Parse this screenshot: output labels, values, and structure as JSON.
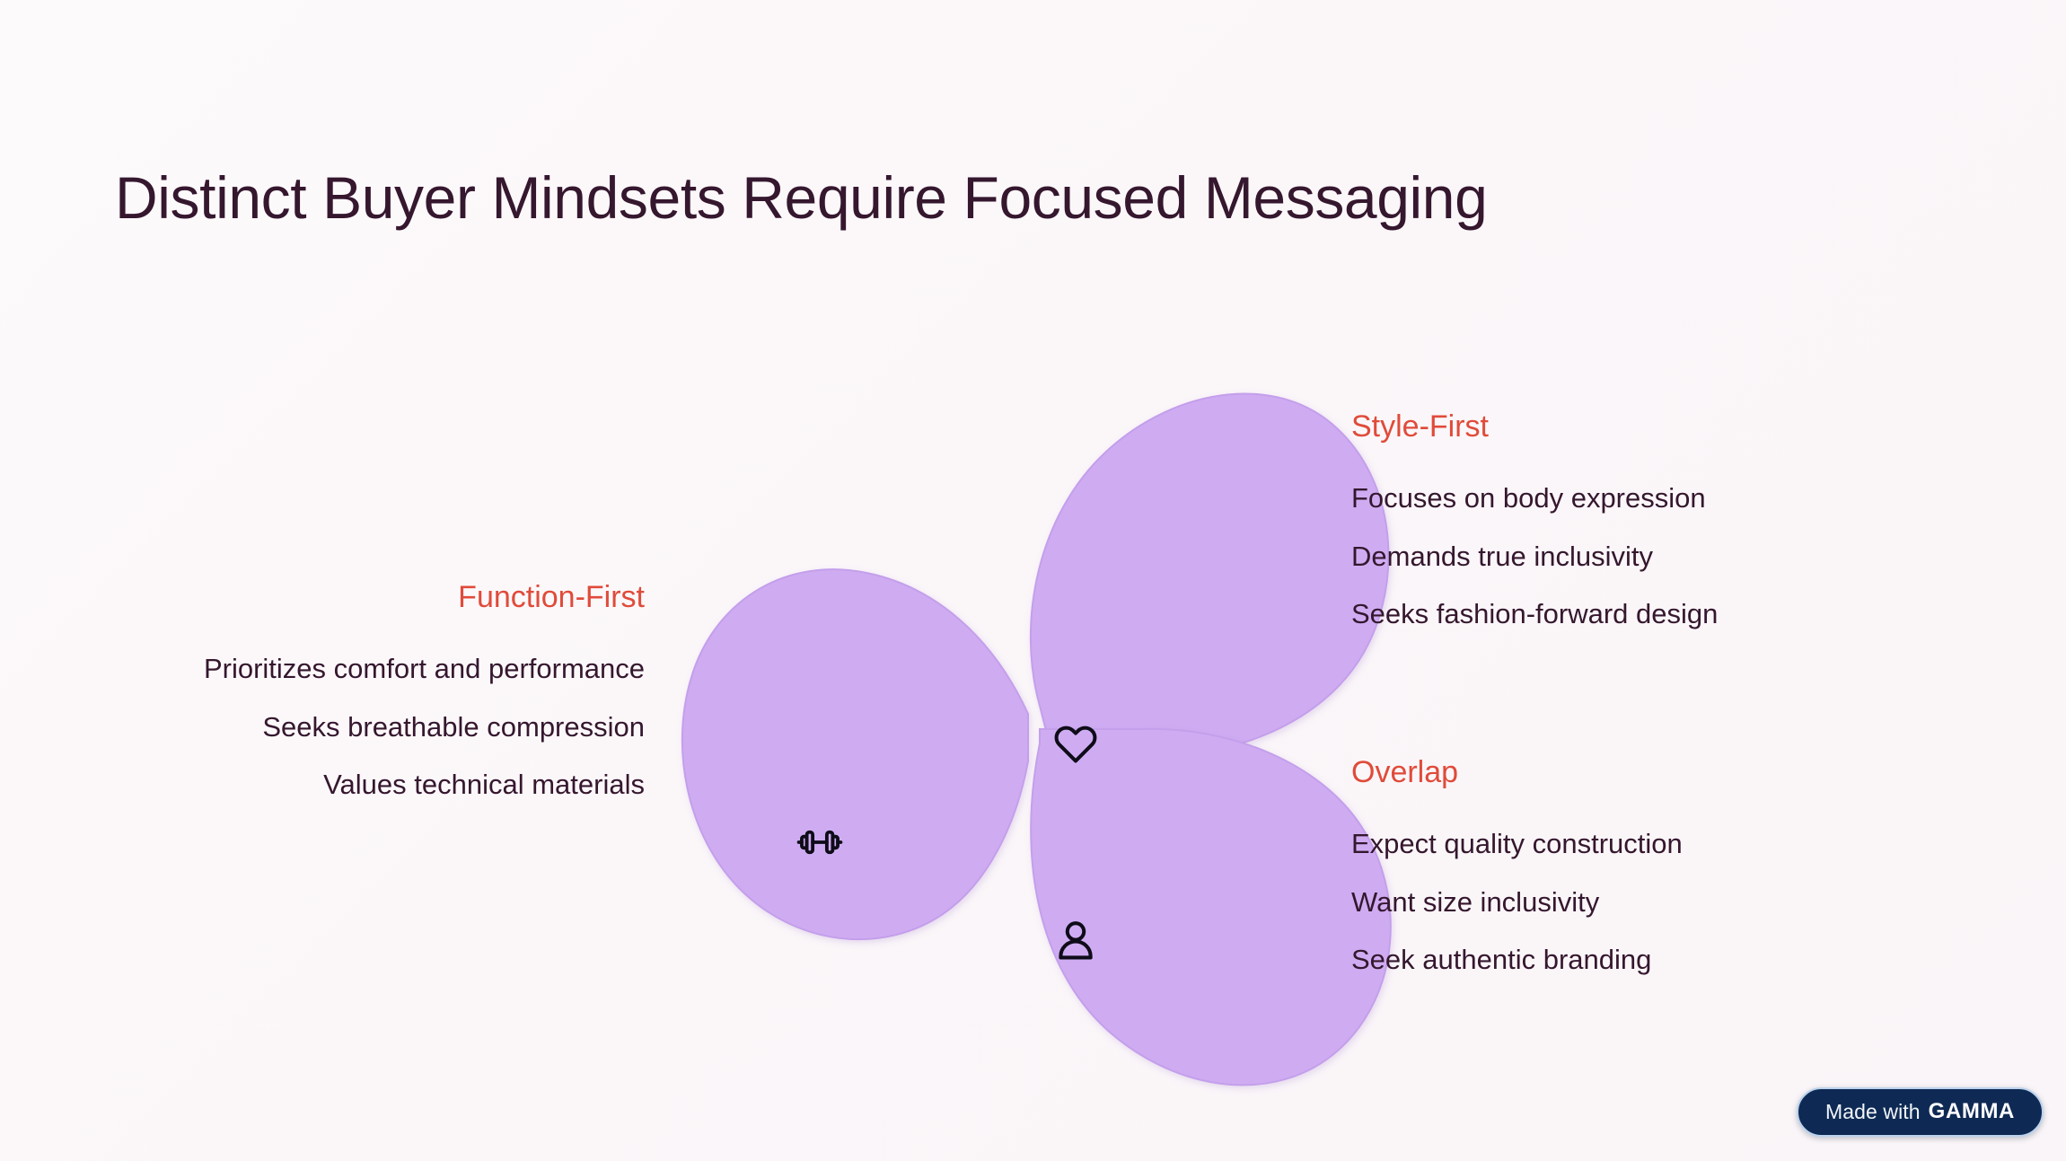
{
  "slide": {
    "title": "Distinct Buyer Mindsets Require Focused Messaging",
    "background_color": "#FBF7FA",
    "title_color": "#35172E",
    "accent_color": "#E04B3A",
    "petal_color": "#CFACF2"
  },
  "diagram": {
    "type": "three-petal-flower",
    "petals": [
      {
        "id": "function-first",
        "icon": "dumbbell-icon",
        "position": "left"
      },
      {
        "id": "style-first",
        "icon": "heart-icon",
        "position": "top-right"
      },
      {
        "id": "overlap",
        "icon": "person-icon",
        "position": "bottom-right"
      }
    ]
  },
  "groups": {
    "function_first": {
      "heading": "Function-First",
      "items": [
        "Prioritizes comfort and performance",
        "Seeks breathable compression",
        "Values technical materials"
      ]
    },
    "style_first": {
      "heading": "Style-First",
      "items": [
        "Focuses on body expression",
        "Demands true inclusivity",
        "Seeks fashion-forward design"
      ]
    },
    "overlap": {
      "heading": "Overlap",
      "items": [
        "Expect quality construction",
        "Want size inclusivity",
        "Seek authentic branding"
      ]
    }
  },
  "badge": {
    "prefix": "Made with",
    "wordmark": "GAMMA"
  }
}
